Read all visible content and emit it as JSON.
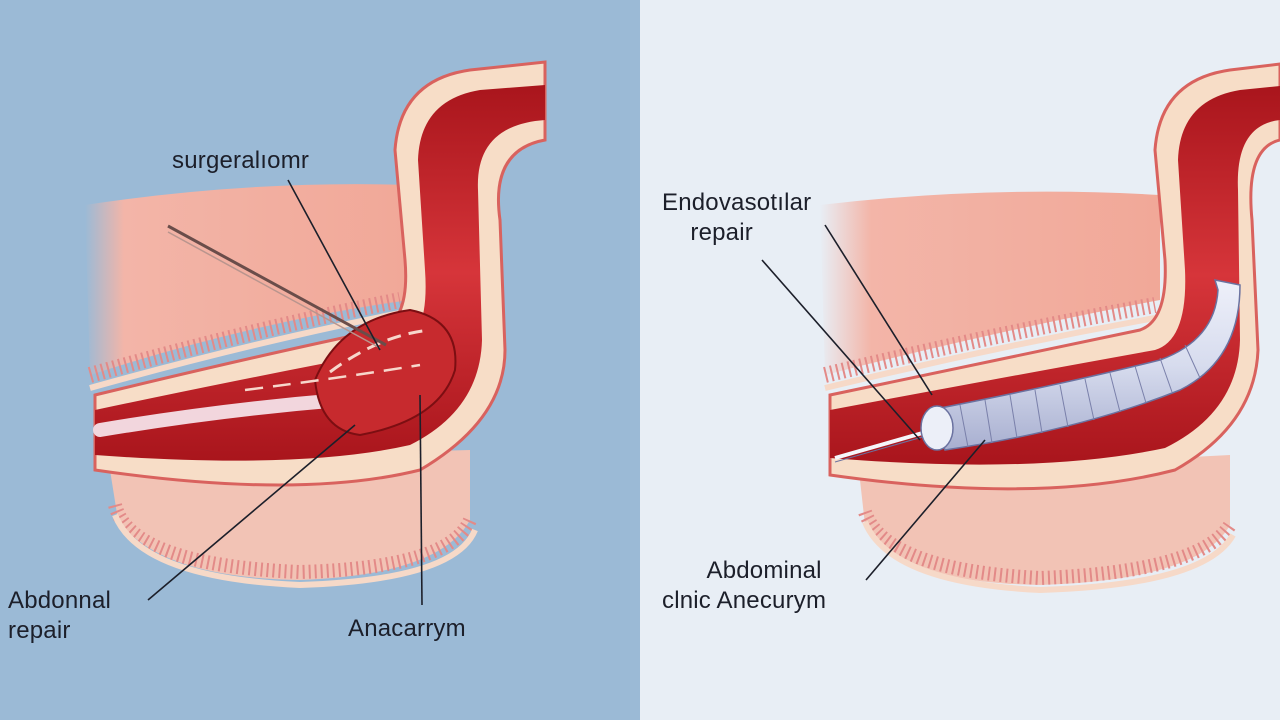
{
  "colors": {
    "left_background": "#9bbad6",
    "right_background": "#e8eef5",
    "vessel_wall": "#f7ddc7",
    "vessel_lumen": "#c8262a",
    "tissue": "#f3b5a8",
    "stent_graft": "#d7dcee",
    "leader_line": "#1c1f2a"
  },
  "left_panel": {
    "labels": {
      "top": "surgeralıomr",
      "bottom_left_line1": "Abdonnal",
      "bottom_left_line2": "repair",
      "bottom_right": "Anacarrym"
    }
  },
  "right_panel": {
    "labels": {
      "top_line1": "Endovasotılar",
      "top_line2": "repair",
      "bottom_line1": "Abdominal",
      "bottom_line2": "clnic Anecurym"
    }
  }
}
